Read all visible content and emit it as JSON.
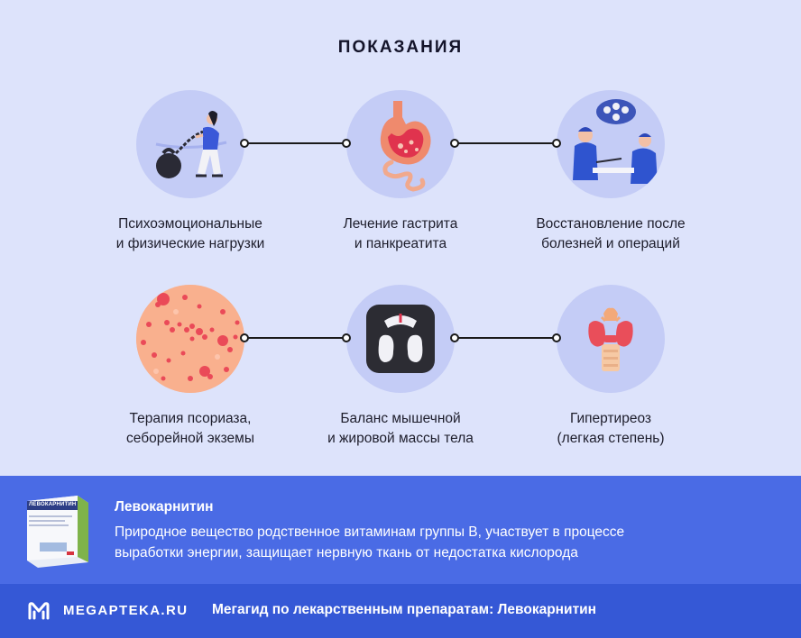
{
  "title": "ПОКАЗАНИЯ",
  "indications": [
    {
      "line1": "Психоэмоциональные",
      "line2": "и физические нагрузки",
      "icon": "kettlebell-woman-icon"
    },
    {
      "line1": "Лечение гастрита",
      "line2": "и панкреатита",
      "icon": "stomach-icon"
    },
    {
      "line1": "Восстановление после",
      "line2": "болезней и операций",
      "icon": "surgeons-icon"
    },
    {
      "line1": "Терапия псориаза,",
      "line2": "себорейной экземы",
      "icon": "skin-rash-icon"
    },
    {
      "line1": "Баланс мышечной",
      "line2": "и жировой массы тела",
      "icon": "scale-icon"
    },
    {
      "line1": "Гипертиреоз",
      "line2": "(легкая степень)",
      "icon": "thyroid-icon"
    }
  ],
  "info": {
    "name": "Левокарнитин",
    "description_line1": "Природное вещество родственное витаминам группы В, участвует в процессе",
    "description_line2": "выработки энергии, защищает нервную ткань от недостатка кислорода",
    "box_label": "ЛЕВОКАРНИТИН"
  },
  "footer": {
    "brand": "MEGAPTEKA.RU",
    "tagline": "Мегагид по лекарственным препаратам: Левокарнитин"
  },
  "colors": {
    "background": "#dde3fb",
    "circle": "#c4ccf6",
    "info_band": "#4a6be5",
    "footer_band": "#3558d6"
  }
}
